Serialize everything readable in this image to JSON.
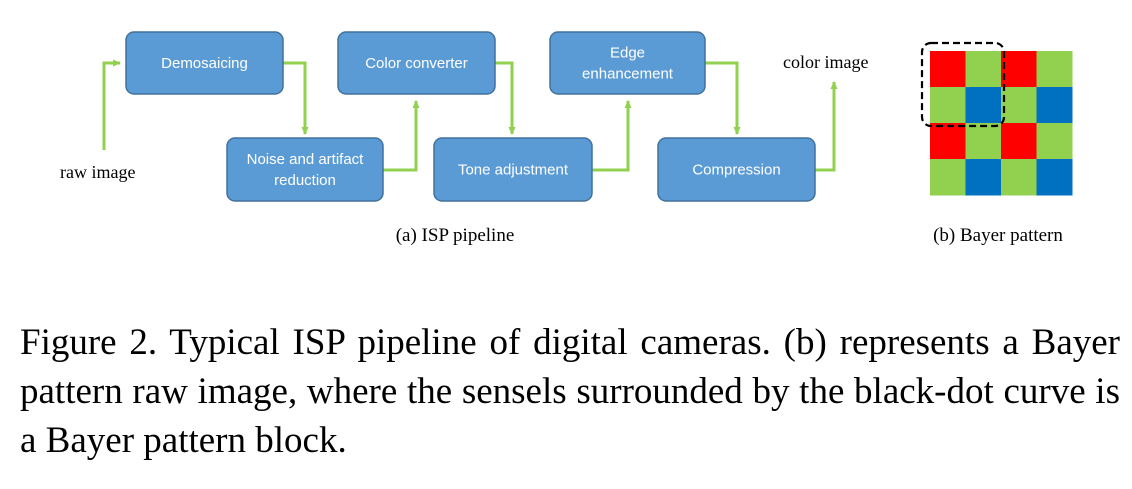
{
  "colors": {
    "box_fill": "#5B9BD5",
    "box_stroke": "#41719C",
    "connector": "#92D050",
    "bayer_red": "#FF0000",
    "bayer_green": "#92D050",
    "bayer_blue": "#0070C0",
    "outline_dash": "#000000"
  },
  "pipeline": {
    "input_label": "raw image",
    "output_label": "color image",
    "boxes": [
      {
        "id": "demosaicing",
        "lines": [
          "Demosaicing"
        ]
      },
      {
        "id": "noise",
        "lines": [
          "Noise and artifact",
          "reduction"
        ]
      },
      {
        "id": "color-converter",
        "lines": [
          "Color converter"
        ]
      },
      {
        "id": "tone",
        "lines": [
          "Tone adjustment"
        ]
      },
      {
        "id": "edge",
        "lines": [
          "Edge",
          "enhancement"
        ]
      },
      {
        "id": "compression",
        "lines": [
          "Compression"
        ]
      }
    ],
    "subcaption": "(a) ISP pipeline"
  },
  "bayer": {
    "grid": [
      [
        "R",
        "G",
        "R",
        "G"
      ],
      [
        "G",
        "B",
        "G",
        "B"
      ],
      [
        "R",
        "G",
        "R",
        "G"
      ],
      [
        "G",
        "B",
        "G",
        "B"
      ]
    ],
    "highlighted_block": "top-left 2x2",
    "subcaption": "(b) Bayer pattern"
  },
  "caption": {
    "text": "Figure 2. Typical ISP pipeline of digital cameras.  (b) represents a Bayer pattern raw image, where the sensels surrounded by the black-dot curve is a Bayer pattern block."
  }
}
